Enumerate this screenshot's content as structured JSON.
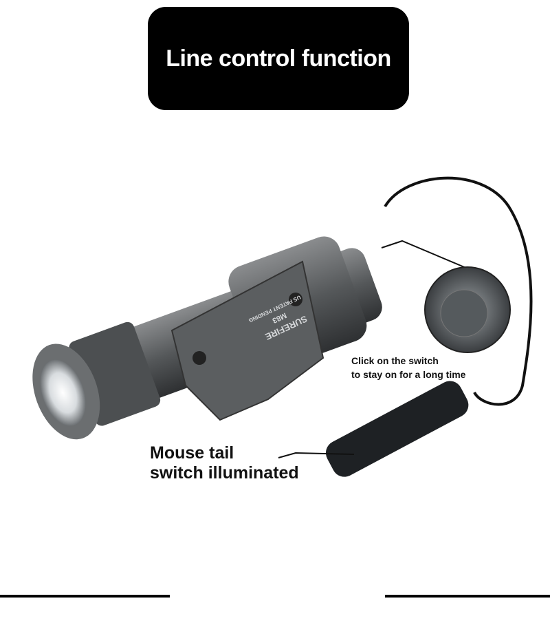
{
  "header": {
    "title": "Line control function"
  },
  "callouts": {
    "switch_line1": "Click on the switch",
    "switch_line2": "to stay on for a long time",
    "tail_line1": "Mouse tail",
    "tail_line2": "switch illuminated"
  },
  "product_engraving": {
    "brand": "SUREFIRE",
    "model": "M83",
    "patent": "US PATENT PENDING"
  },
  "colors": {
    "title_bg": "#000000",
    "body_metal": "#5a5c5e",
    "switch_pad": "#1e2124"
  }
}
